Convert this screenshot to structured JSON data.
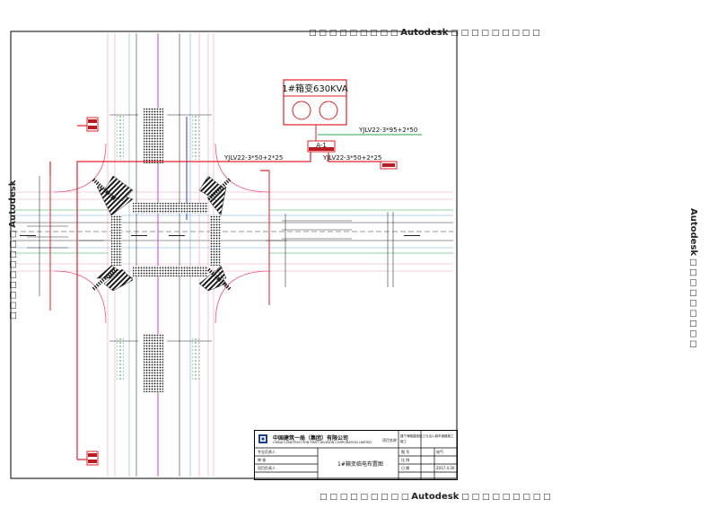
{
  "watermark": {
    "brand": "Autodesk",
    "boxes": "□ □ □ □ □ □ □ □ □"
  },
  "drawing": {
    "transformer_label": "1#箱变630KVA",
    "box_label": "A-1",
    "cable_main": "YJLV22-3*50+2*25",
    "cable_branch": "YJLV22-3*50+2*25",
    "cable_upper": "YJLV22-3*95+2*50"
  },
  "title_block": {
    "company_cn": "中国建筑一局（集团）有限公司",
    "company_en": "CHINA CONSTRUCTION FIRST DIVISION CORPORATION LIMITED",
    "project_label": "项目名称",
    "project_name": "建宁海路建造施工与出入城市道路施工",
    "project_name2": "施工",
    "row_design": "专业负责人",
    "row_review": "审 核",
    "row_approve": "项目负责人",
    "drawing_title": "1#箱变临电布置图",
    "scale_label": "图 号",
    "scale_value": "电气",
    "version_label": "比 例",
    "date_label": "日 期",
    "date_value": "2017.4.30"
  },
  "colors": {
    "power_line": "#e0202a",
    "road_line": "#2c2c2c",
    "green_line": "#2aa84a",
    "magenta_line": "#d23cd2",
    "blue_line": "#2b3fd8",
    "pink_line": "#f0a0c0"
  }
}
